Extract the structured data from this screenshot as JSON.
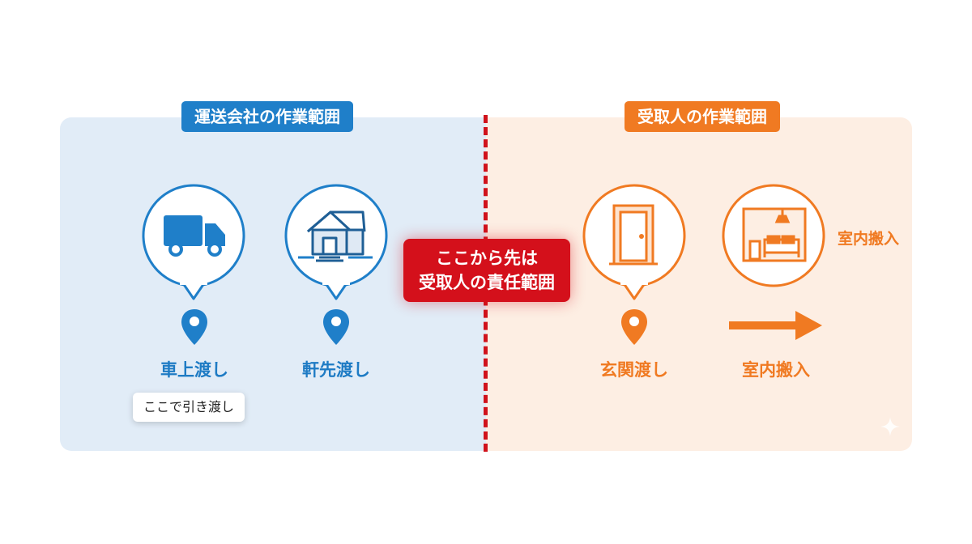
{
  "zones": {
    "carrier_title": "運送会社の作業範囲",
    "recipient_title": "受取人の作業範囲"
  },
  "steps": {
    "truck_label": "車上渡し",
    "eaves_label": "軒先渡し",
    "entrance_label": "玄関渡し",
    "indoor_label": "室内搬入"
  },
  "callout": {
    "line1": "ここから先は",
    "line2": "受取人の責任範囲"
  },
  "tooltip": "ここで引き渡し",
  "side_note": "室内搬入",
  "colors": {
    "carrier_blue": "#1f7fc9",
    "recipient_orange": "#f07a22",
    "boundary_red": "#d4101b"
  }
}
